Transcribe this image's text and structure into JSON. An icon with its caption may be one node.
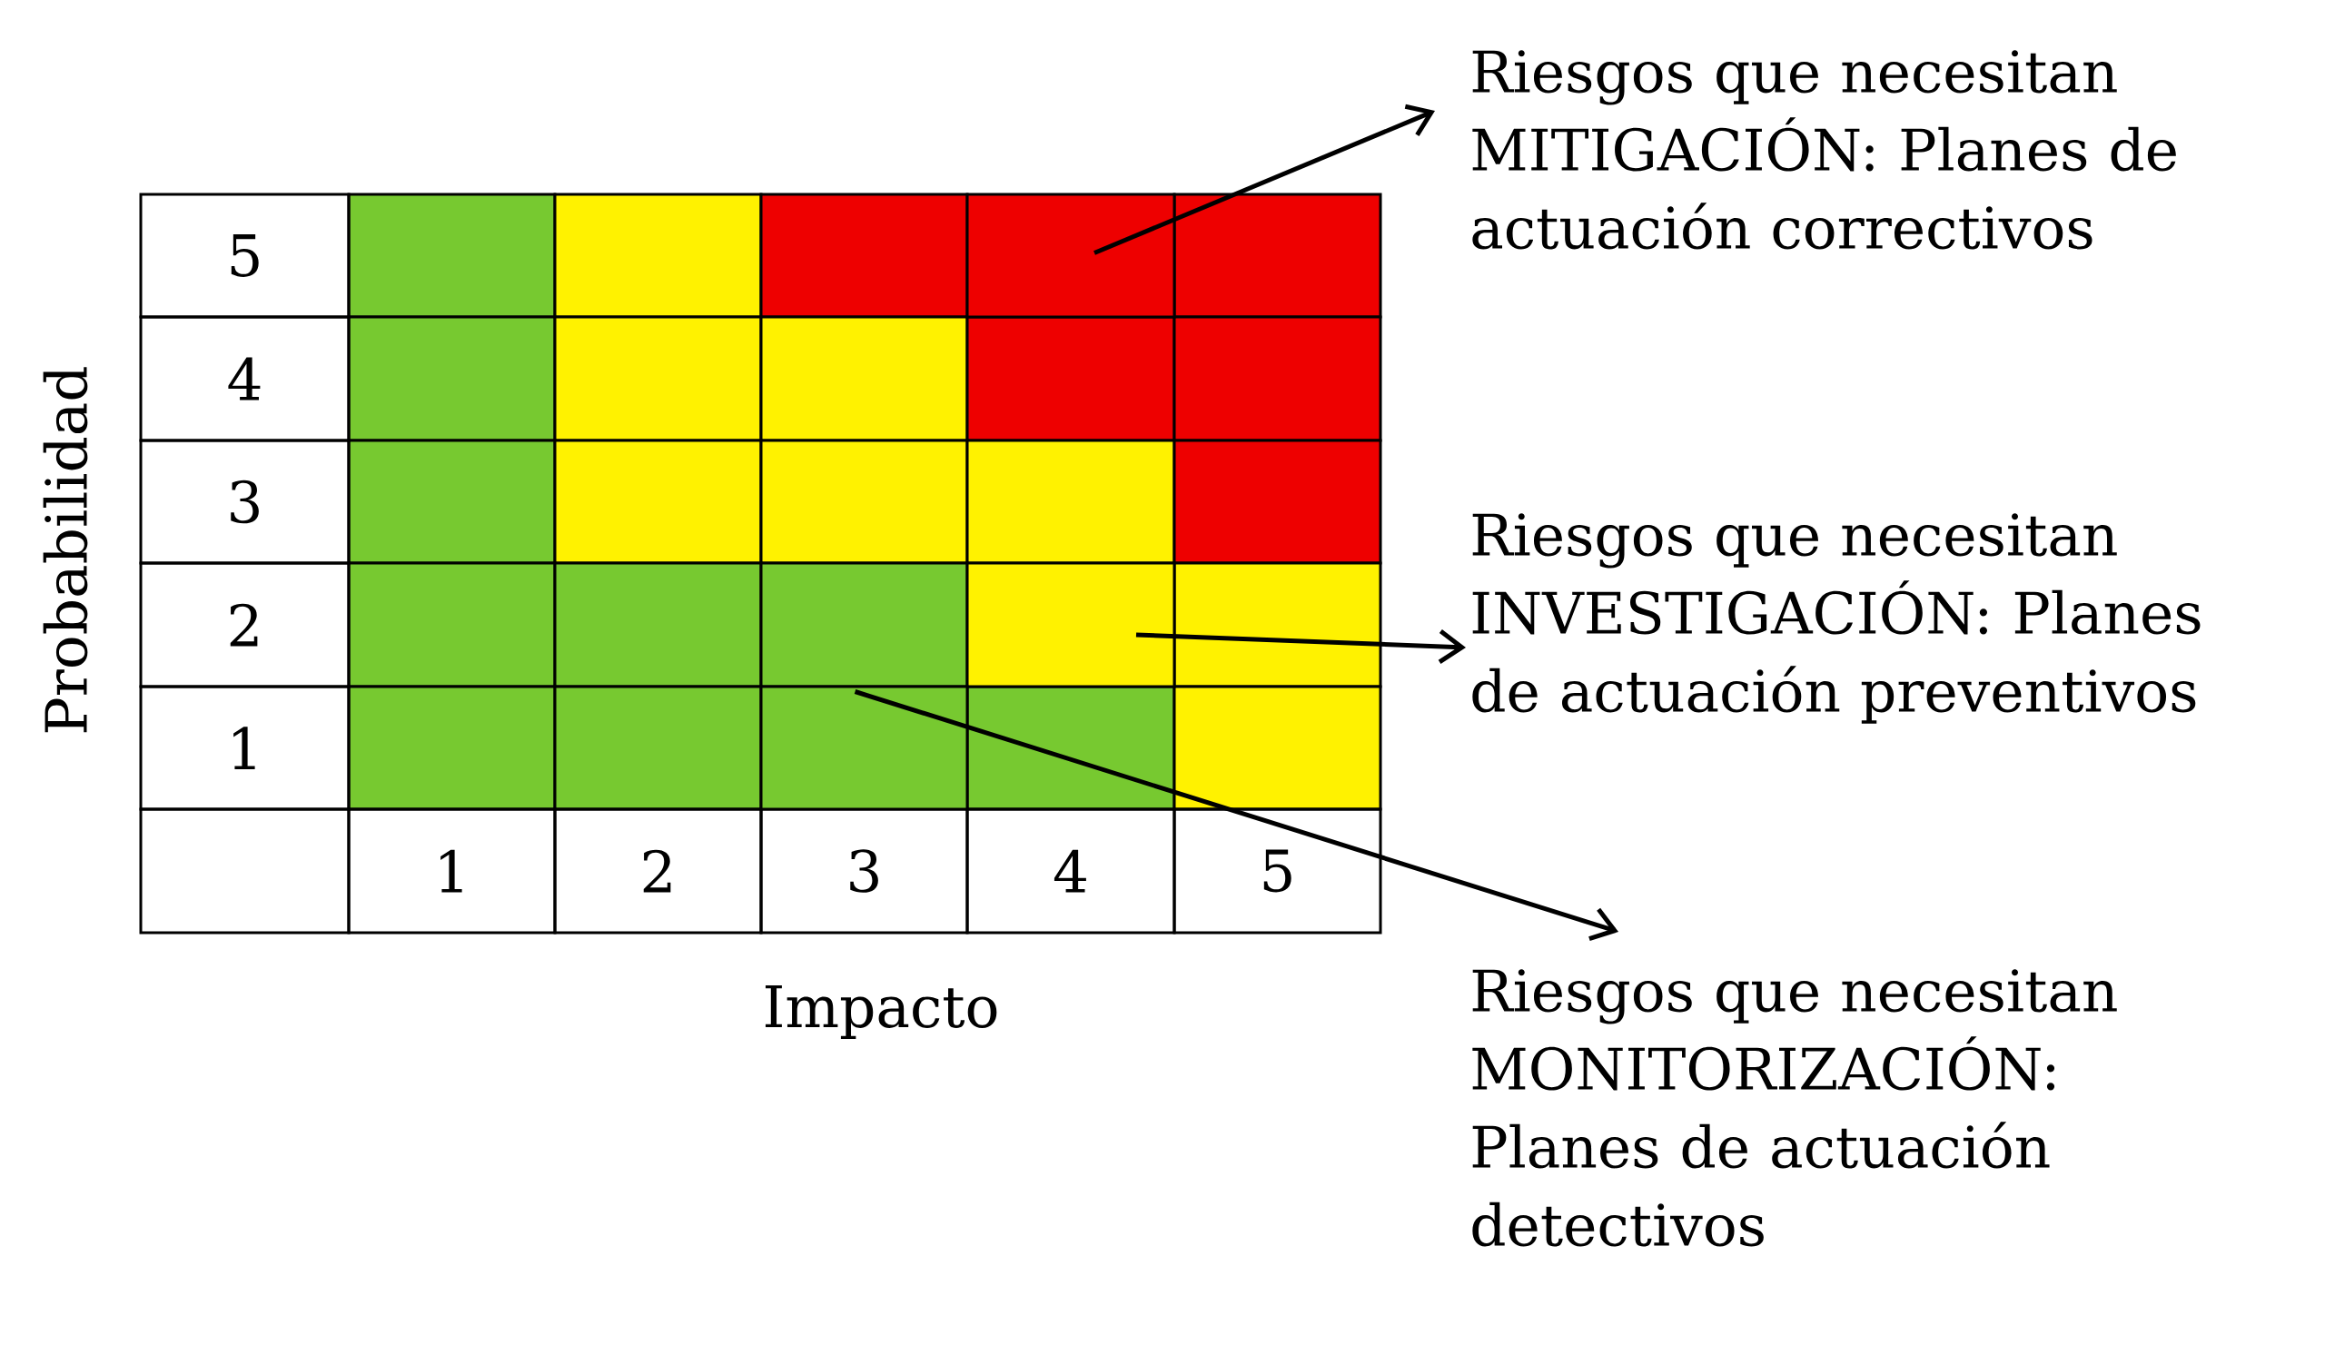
{
  "diagram": {
    "nodes": [
      {
        "text": [],
        "shape": "box"
      },
      {
        "text": [],
        "shape": "box"
      },
      {
        "text": [],
        "shape": "box"
      },
      {
        "text": [
          "Riesgos que necesitan MITIGACIÓN: Planes de actuación correctivos"
        ]
      },
      {
        "text": [
          "Riesgos que necesitan INVESTIGACIÓN: Planes de actuación preventivos"
        ]
      },
      {
        "text": [
          "Riesgos que necesitan MONITORIZACIÓN: Planes de actuación detectivos"
        ]
      }
    ],
    "edges": [
      {
        "from": 0,
        "to": 3,
        "arrow": "to"
      },
      {
        "from": 1,
        "to": 4,
        "arrow": "to"
      },
      {
        "from": 2,
        "to": 5,
        "arrow": "to"
      }
    ],
    "labels": [
      "Probabilidad",
      "5",
      "4",
      "3",
      "2",
      "1",
      "1",
      "2",
      "3",
      "4",
      "5",
      "Impacto"
    ]
  }
}
